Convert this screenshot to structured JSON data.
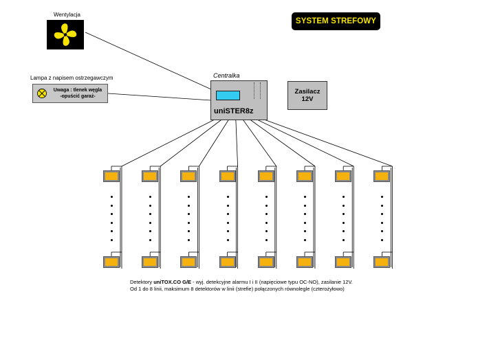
{
  "header": {
    "title": "SYSTEM STREFOWY"
  },
  "fan": {
    "label": "Wentylacja",
    "icon": "fan-icon"
  },
  "lamp": {
    "label": "Lampa z napisem ostrzegawczym",
    "text_line1": "Uwaga : tlenek węgla",
    "text_line2": "-opuścić garaż-",
    "icon": "warning-lamp-icon"
  },
  "central": {
    "caption": "Centralka",
    "name": "uniSTER8z"
  },
  "psu": {
    "line1": "Zasilacz",
    "line2": "12V"
  },
  "zones": {
    "count": 8,
    "dots_per_zone": 6
  },
  "footer": {
    "line1_prefix": "Detektory ",
    "line1_bold": "uniTOX.CO G/E",
    "line1_suffix": " - wyj. detekcyjne alarmu I i II (napięciowe typu OC-NO), zasilanie 12V.",
    "line2": "Od 1 do 8 linii, maksimum 8 detektorów w linii (strefie) połączonych równolegle (czterożyłowo)"
  },
  "colors": {
    "title_bg": "#000000",
    "title_text": "#f5e400",
    "fan_blade": "#f5e400",
    "lcd": "#33ccf0",
    "detector": "#f5b20f",
    "device_gray": "#bfbfbf"
  }
}
